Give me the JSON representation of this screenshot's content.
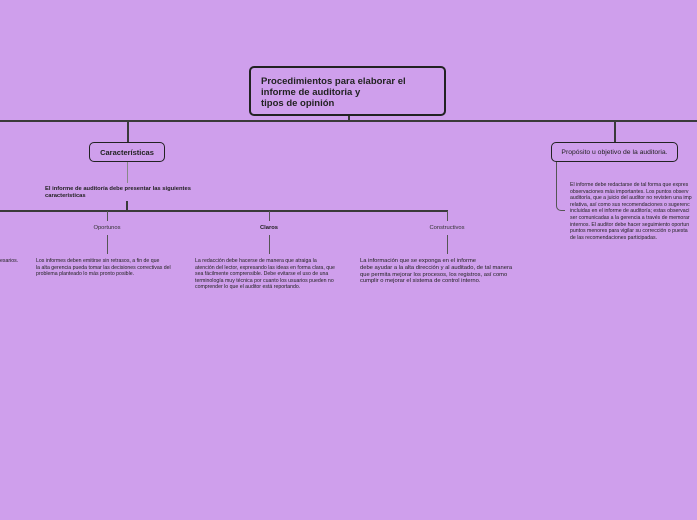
{
  "root": {
    "lines": [
      "Procedimientos  para elaborar el",
      "informe de auditoria y",
      "tipos de opinión"
    ]
  },
  "caracteristicas": {
    "label": "Características",
    "subtitle_lines": [
      "El informe de auditoría debe presentar las siguientes",
      "caracteristicas"
    ]
  },
  "proposito": {
    "label": "Propósito u objetivo de la auditoria.",
    "text_lines": [
      "El informe debe redactarse de tal forma que expres",
      "observaciones más importantes. Los puntos observ",
      "auditoría, que a juicio del auditor no revisten una imp",
      "relativa, así como sus recomendaciones o sugerenc",
      "incluidas en el informe de auditoría; estas observaci",
      "ser comunicadas a la gerencia a través de memorar",
      "internos. El auditor debe hacer seguimiento oportun",
      "puntos menores para vigilar su corrección o puesta",
      "de las recomendaciones participadas."
    ]
  },
  "left_fragment": "esarios.",
  "branches": [
    {
      "label": "Oportunos",
      "text_lines": [
        "Los informes deben emitirse sin retrasos, a fin de que",
        "la alta gerencia pueda tomar las decisiones correctivas del",
        "problema planteado lo más pronto posible."
      ]
    },
    {
      "label": "Claros",
      "text_lines": [
        "La redacción debe hacerse de manera que atraiga la",
        "atención del lector, expresando las ideas en forma clara, que",
        "sea fácilmente comprensible. Debe evitarse el uso de una",
        "terminología muy técnica por cuanto los usuarios pueden no",
        "comprender lo que el auditor está reportando."
      ]
    },
    {
      "label": "Constructivos",
      "text_lines": [
        "La información que se exponga en el informe",
        "debe ayudar a la alta dirección y al auditado, de tal manera",
        "que permita mejorar los procesos, los registros, así como",
        "cumplir o mejorar el sistema de control interno."
      ]
    }
  ]
}
